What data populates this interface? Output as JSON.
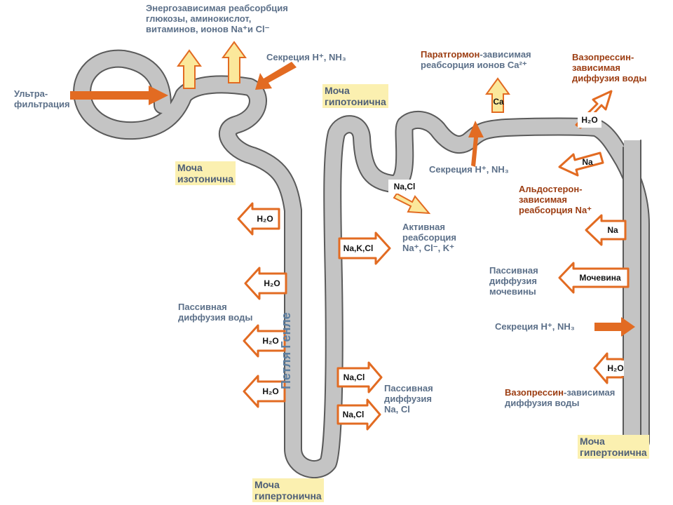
{
  "labels": {
    "energy_reabsorption": "Энергозависимая реабсорбция\nглюкозы, аминокислот,\nвитаминов, ионов Na⁺и Cl⁻",
    "ultrafiltration": "Ультра-\nфильтрация",
    "secretion_top": "Секреция H⁺, NH₃",
    "urine_isotonic": "Моча\nизотонична",
    "urine_hypotonic": "Моча\nгипотонична",
    "pth_part1": "Паратгормон",
    "pth_part2": "-зависимая\nреабсорция ионов Ca²⁺",
    "vaso_top": "Вазопрессин-\nзависимая\nдиффузия воды",
    "secretion_mid": "Секреция H⁺, NH₃",
    "aldosterone": "Альдостерон-\nзависимая\nреабсорция Na⁺",
    "active_reabsorption": "Активная\nреабсорция\nNa⁺, Cl⁻, K⁺",
    "passive_water": "Пассивная\nдиффузия воды",
    "passive_urea": "Пассивная\nдиффузия\nмочевины",
    "secretion_right": "Секреция H⁺, NH₃",
    "passive_nacl": "Пассивная\nдиффузия\nNa, Cl",
    "vaso_bottom_part1": "Вазопрессин",
    "vaso_bottom_part2": "-зависимая\nдиффузия воды",
    "loop_henle": "Петля Генле",
    "urine_hypertonic_bottom": "Моча\nгипертонична",
    "urine_hypertonic_right": "Моча\nгипертонична"
  },
  "boxes": {
    "h2o": "H₂O",
    "nacl": "Na,Cl",
    "nakcl": "Na,K,Cl",
    "ca": "Ca",
    "na": "Na",
    "urea": "Мочевина"
  },
  "colors": {
    "tube": "#c4c4c4",
    "tube_outline": "#5a5a5a",
    "arrow_orange": "#e26b22",
    "arrow_yellow": "#fbe89b",
    "text_blue": "#5c7089",
    "text_brown": "#9c3d12",
    "note_bg": "#fbf0b0"
  }
}
